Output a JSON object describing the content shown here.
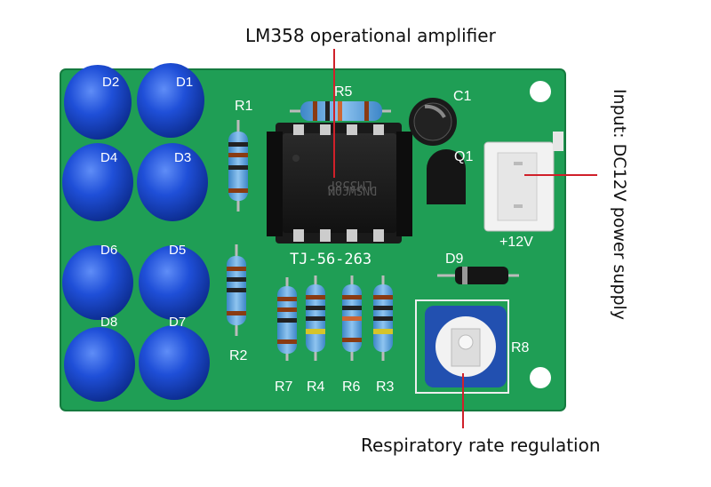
{
  "callouts": {
    "ic_label": "LM358 operational amplifier",
    "input_label": "Input: DC12V power supply",
    "pot_label": "Respiratory rate regulation"
  },
  "board": {
    "silkscreen_id": "TJ-56-263",
    "voltage_mark": "+12V",
    "ic_marking": "LM358P",
    "ic_brand": "DNSWCOM",
    "cap_label": "C1",
    "transistor_label": "Q1",
    "diode_label": "D9",
    "pot_ref": "R8",
    "r1": "R1",
    "r2": "R2",
    "r5": "R5",
    "bottom_resistors": [
      "R7",
      "R4",
      "R6",
      "R3"
    ],
    "leds": [
      "D2",
      "D1",
      "D4",
      "D3",
      "D6",
      "D5",
      "D8",
      "D7"
    ]
  },
  "colors": {
    "pcb": "#1f9e55",
    "led": "#1f4fd8",
    "callout_line": "#d0202a"
  }
}
